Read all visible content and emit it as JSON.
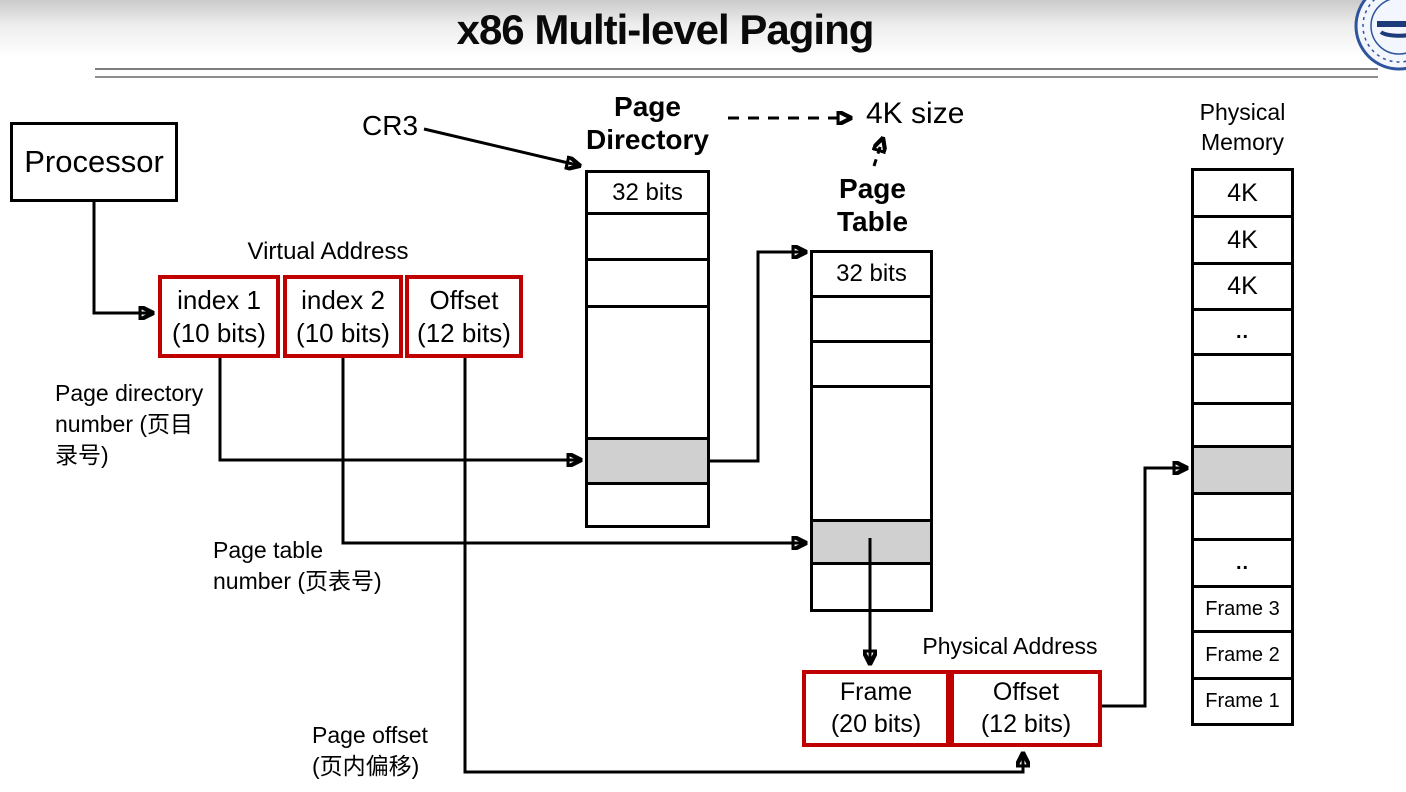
{
  "slide": {
    "title": "x86 Multi-level Paging"
  },
  "labels": {
    "cr3": "CR3",
    "four_k_size": "4K size",
    "virtual_address": "Virtual Address",
    "physical_address": "Physical Address",
    "page_directory_number": "Page directory\nnumber (页目\n录号)",
    "page_table_number": "Page table\nnumber (页表号)",
    "page_offset": "Page offset\n(页内偏移)"
  },
  "processor": {
    "label": "Processor"
  },
  "virtual_address_fields": [
    {
      "name": "index 1",
      "bits": "(10 bits)"
    },
    {
      "name": "index 2",
      "bits": "(10 bits)"
    },
    {
      "name": "Offset",
      "bits": "(12 bits)"
    }
  ],
  "physical_address_fields": [
    {
      "name": "Frame",
      "bits": "(20 bits)"
    },
    {
      "name": "Offset",
      "bits": "(12 bits)"
    }
  ],
  "page_directory": {
    "title": "Page\nDirectory",
    "cells": [
      "32 bits",
      "",
      "",
      "",
      "",
      ""
    ],
    "highlighted_index": 4
  },
  "page_table": {
    "title": "Page\nTable",
    "cells": [
      "32 bits",
      "",
      "",
      "",
      "",
      ""
    ],
    "highlighted_index": 4
  },
  "physical_memory": {
    "title": "Physical\nMemory",
    "cells": [
      "4K",
      "4K",
      "4K",
      "..",
      "",
      "",
      "",
      "",
      "..",
      "Frame 3",
      "Frame 2",
      "Frame 1"
    ],
    "highlighted_index": 6
  },
  "colors": {
    "accent_red": "#c00000",
    "highlight_gray": "#d0d0d0",
    "line_black": "#000000",
    "seal_blue": "#2f549e"
  },
  "logo": "university-seal"
}
